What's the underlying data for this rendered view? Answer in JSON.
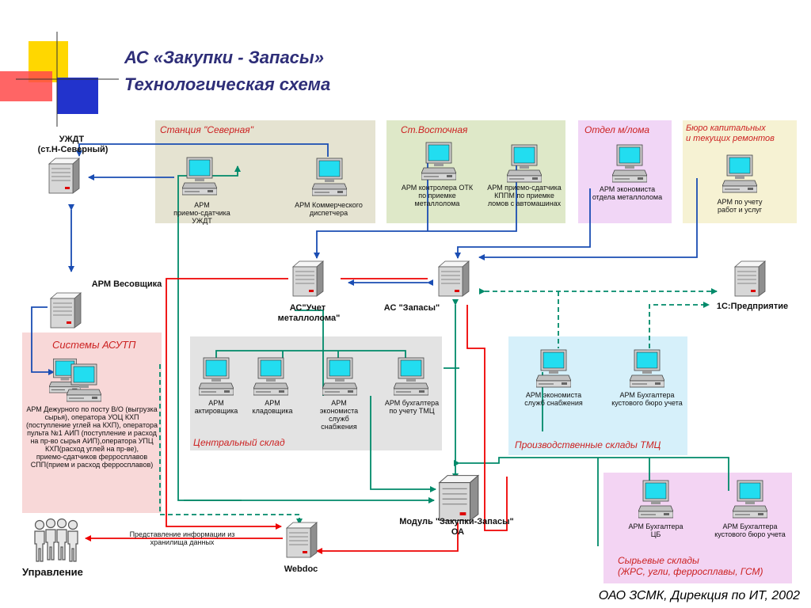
{
  "title": {
    "line1": "АС «Закупки - Запасы»",
    "line2": "Технологическая схема"
  },
  "footer": "ОАО ЗСМК, Дирекция по ИТ, 2002",
  "colors": {
    "accent_yellow": "#ffd700",
    "accent_red": "#ff4a4a",
    "accent_blue": "#2233cc",
    "title": "#2e2e78",
    "zone_title": "#cc2222",
    "line_red": "#ee0000",
    "line_green": "#008a6a",
    "line_blue": "#1a4db3"
  },
  "zones": {
    "severnaya": "Станция \"Северная\"",
    "vostochnaya": "Ст.Восточная",
    "otdel_loma": "Отдел м/лома",
    "byuro": "Бюро капитальных и текущих ремонтов",
    "asutp": "Системы АСУТП",
    "central": "Центральный склад",
    "proizv": "Производственные склады ТМЦ",
    "syrevye": "Сырьевые склады (ЖРС, угли, ферросплавы, ГСМ)"
  },
  "servers": {
    "uzhdt": "УЖДТ (ст.Н-Северный)",
    "vesovshchik": "АРМ Весовщика",
    "metalloloma": "АС\"Учет металлолома\"",
    "zapasy": "АС \"Запасы\"",
    "predpriyatie": "1С:Предприятие",
    "modul": "Модуль \"Закупки-Запасы\" ОА",
    "webdoc": "Webdoc"
  },
  "workstations": {
    "priemo_uzhdt": "АРМ приемо-сдатчика УЖДТ",
    "kommerch": "АРМ Коммерческого диспетчера",
    "kontroler_otk": "АРМ контролера ОТК по приемке металлолома",
    "priemo_kppm": "АРМ приемо-сдатчика КППМ по приемке ломов с автомашинах",
    "ekonom_otdela": "АРМ экономиста отдела металлолома",
    "uchet_rabot": "АРМ по учету работ и услуг",
    "dezhurnyi": "АРМ Дежурного по посту В/О (выгрузка сырья), оператора УОЦ КХП (поступление углей на КХП), оператора пульта №1 АИП (поступление и расход на пр-во сырья АИП),оператора УПЦ КХП(расход углей на пр-ве), приемо-сдатчиков ферросплавов СПП(прием и расход ферросплавов)",
    "aktirovshchik": "АРМ актировщика",
    "kladovshchik": "АРМ кладовщика",
    "ekonom_snab_c": "АРМ экономиста служб снабжения",
    "buh_tmc": "АРМ бухгалтера по учету ТМЦ",
    "ekonom_snab_p": "АРМ экономиста служб снабжения",
    "buh_kust_p": "АРМ Бухгалтера кустового бюро учета",
    "buh_cb": "АРМ Бухгалтера ЦБ",
    "buh_kust_s": "АРМ Бухгалтера кустового бюро учета"
  },
  "upravlenie": {
    "label": "Управление",
    "info": "Представление информации из хранилища данных"
  }
}
